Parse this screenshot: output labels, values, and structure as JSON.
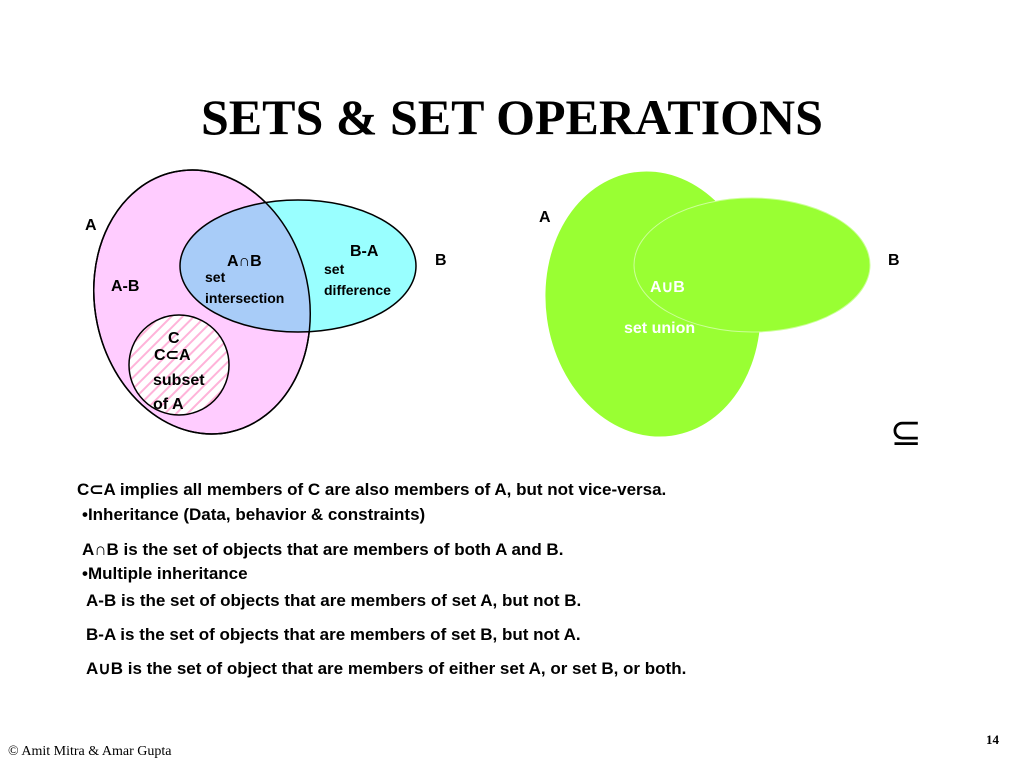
{
  "title": "SETS & SET OPERATIONS",
  "left_diagram": {
    "label_a": "A",
    "label_b": "B",
    "label_a_minus_b": "A-B",
    "label_a_int_b": "A∩B",
    "label_set": "set",
    "label_intersection": "intersection",
    "label_b_minus_a": "B-A",
    "label_set2": "set",
    "label_difference": "difference",
    "label_c": "C",
    "label_c_sub_a": "C⊂A",
    "label_subset": "subset",
    "label_of_a": "of A"
  },
  "right_diagram": {
    "label_a": "A",
    "label_b": "B",
    "label_union": "A∪B",
    "label_set_union": "set union"
  },
  "subset_symbol": "⊆",
  "lines": {
    "l1": "C⊂A implies all members of C are also members of A, but not vice-versa.",
    "l2": "•Inheritance (Data, behavior & constraints)",
    "l3": "A∩B is the set of objects that are members of both A and B.",
    "l4": "•Multiple inheritance",
    "l5": "A-B is the set of objects that are members of set A, but not B.",
    "l6": "B-A is the set of objects that are members of set B, but not A.",
    "l7": "A∪B is the set of object that are members of either set A, or set B, or both."
  },
  "footer": "© Amit Mitra & Amar Gupta",
  "page_number": "14",
  "colors": {
    "set_a_fill": "#ffccff",
    "set_b_fill": "#99ffff",
    "intersection_fill": "#a8ccf8",
    "union_fill": "#99ff33",
    "hatch": "#ffb3d9"
  }
}
